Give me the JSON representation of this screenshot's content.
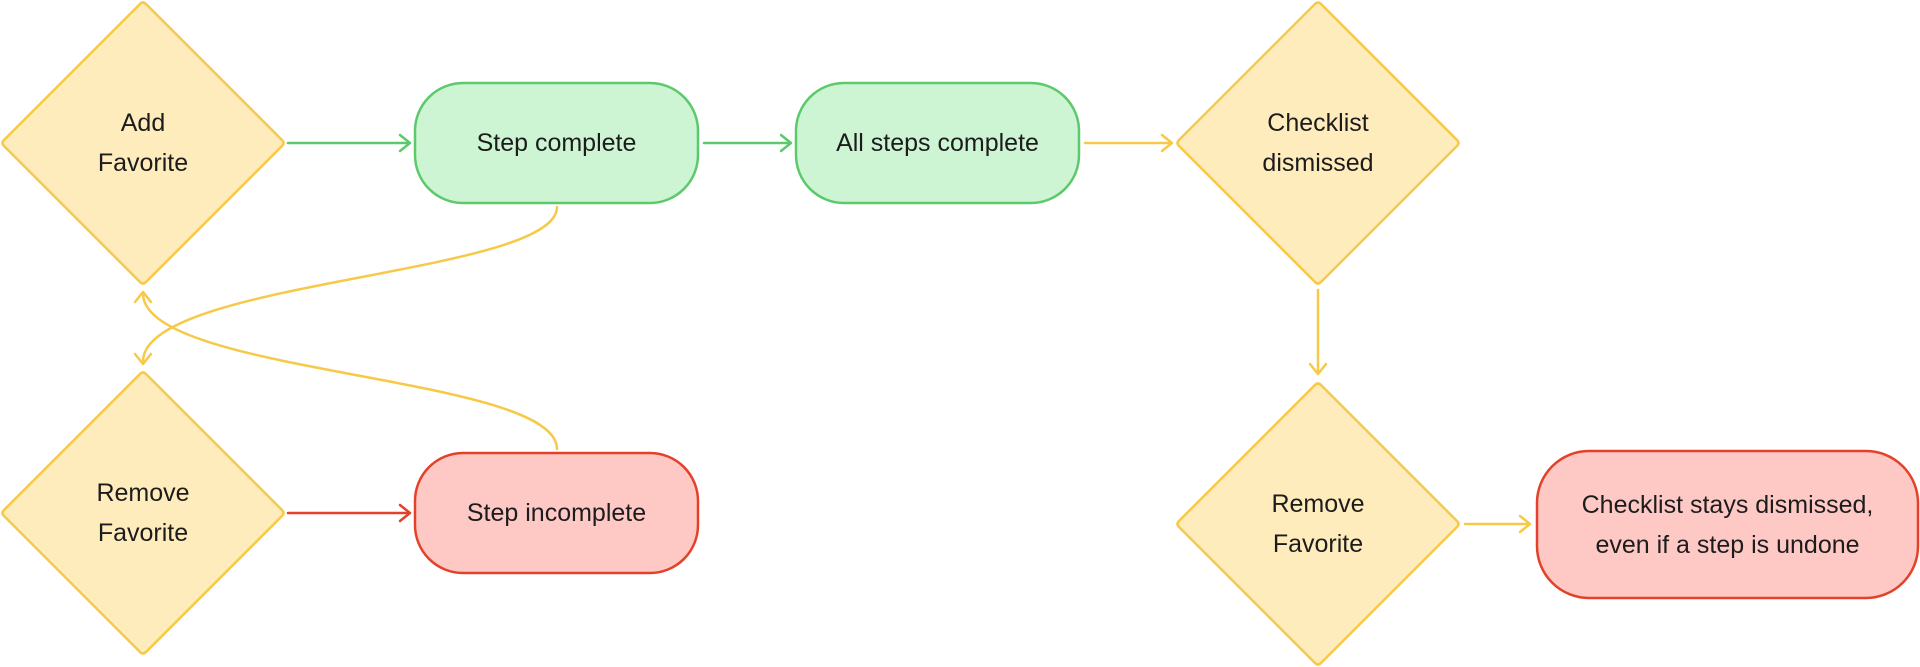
{
  "colors": {
    "diamond_fill": "#ffecbd",
    "diamond_stroke": "#f7c948",
    "success_fill": "#cdf5d4",
    "success_stroke": "#5cc96b",
    "failure_fill": "#fec9c5",
    "failure_stroke": "#e4412a",
    "edge_green": "#5cc96b",
    "edge_yellow": "#f7c948",
    "edge_red": "#e4412a"
  },
  "nodes": {
    "add_favorite": {
      "shape": "decision",
      "lines": [
        "Add",
        "Favorite"
      ]
    },
    "step_complete": {
      "shape": "terminal-success",
      "lines": [
        "Step complete"
      ]
    },
    "all_steps_complete": {
      "shape": "terminal-success",
      "lines": [
        "All steps complete"
      ]
    },
    "checklist_dismissed": {
      "shape": "decision",
      "lines": [
        "Checklist",
        "dismissed"
      ]
    },
    "remove_favorite_left": {
      "shape": "decision",
      "lines": [
        "Remove",
        "Favorite"
      ]
    },
    "step_incomplete": {
      "shape": "terminal-failure",
      "lines": [
        "Step incomplete"
      ]
    },
    "remove_favorite_right": {
      "shape": "decision",
      "lines": [
        "Remove",
        "Favorite"
      ]
    },
    "checklist_stays_dismissed": {
      "shape": "terminal-failure",
      "lines": [
        "Checklist stays dismissed,",
        "even if a step is undone"
      ]
    }
  },
  "edges": [
    {
      "from": "add_favorite",
      "to": "step_complete",
      "color": "green"
    },
    {
      "from": "step_complete",
      "to": "all_steps_complete",
      "color": "green"
    },
    {
      "from": "all_steps_complete",
      "to": "checklist_dismissed",
      "color": "yellow"
    },
    {
      "from": "checklist_dismissed",
      "to": "remove_favorite_right",
      "color": "yellow"
    },
    {
      "from": "remove_favorite_right",
      "to": "checklist_stays_dismissed",
      "color": "yellow"
    },
    {
      "from": "step_complete",
      "to": "remove_favorite_left",
      "color": "yellow"
    },
    {
      "from": "step_incomplete",
      "to": "add_favorite",
      "color": "yellow"
    },
    {
      "from": "remove_favorite_left",
      "to": "step_incomplete",
      "color": "red"
    }
  ]
}
